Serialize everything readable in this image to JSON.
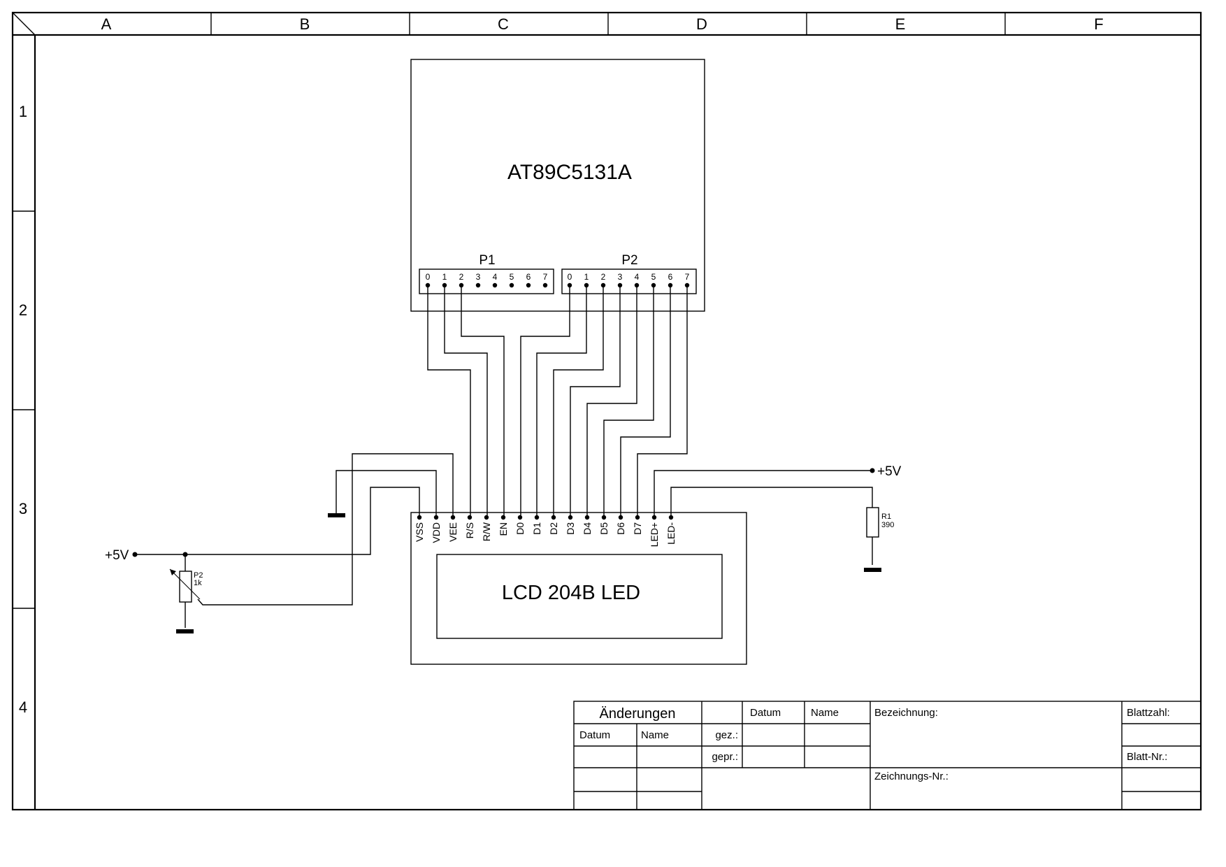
{
  "frame": {
    "columns": [
      "A",
      "B",
      "C",
      "D",
      "E",
      "F"
    ],
    "rows": [
      "1",
      "2",
      "3",
      "4"
    ]
  },
  "mcu": {
    "name": "AT89C5131A",
    "port1": {
      "label": "P1",
      "pins": [
        "0",
        "1",
        "2",
        "3",
        "4",
        "5",
        "6",
        "7"
      ]
    },
    "port2": {
      "label": "P2",
      "pins": [
        "0",
        "1",
        "2",
        "3",
        "4",
        "5",
        "6",
        "7"
      ]
    }
  },
  "lcd": {
    "name": "LCD 204B LED",
    "pins": [
      "VSS",
      "VDD",
      "VEE",
      "R/S",
      "R/W",
      "EN",
      "D0",
      "D1",
      "D2",
      "D3",
      "D4",
      "D5",
      "D6",
      "D7",
      "LED+",
      "LED-"
    ]
  },
  "supply": {
    "left_label": "+5V",
    "right_label": "+5V"
  },
  "potentiometer": {
    "ref": "P2",
    "value": "1k"
  },
  "resistor": {
    "ref": "R1",
    "value": "390"
  },
  "title_block": {
    "changes_header": "Änderungen",
    "datum": "Datum",
    "name": "Name",
    "gez": "gez.:",
    "gepr": "gepr.:",
    "bezeichnung": "Bezeichnung:",
    "zeichnungs_nr": "Zeichnungs-Nr.:",
    "blattzahl": "Blattzahl:",
    "blatt_nr": "Blatt-Nr.:"
  }
}
